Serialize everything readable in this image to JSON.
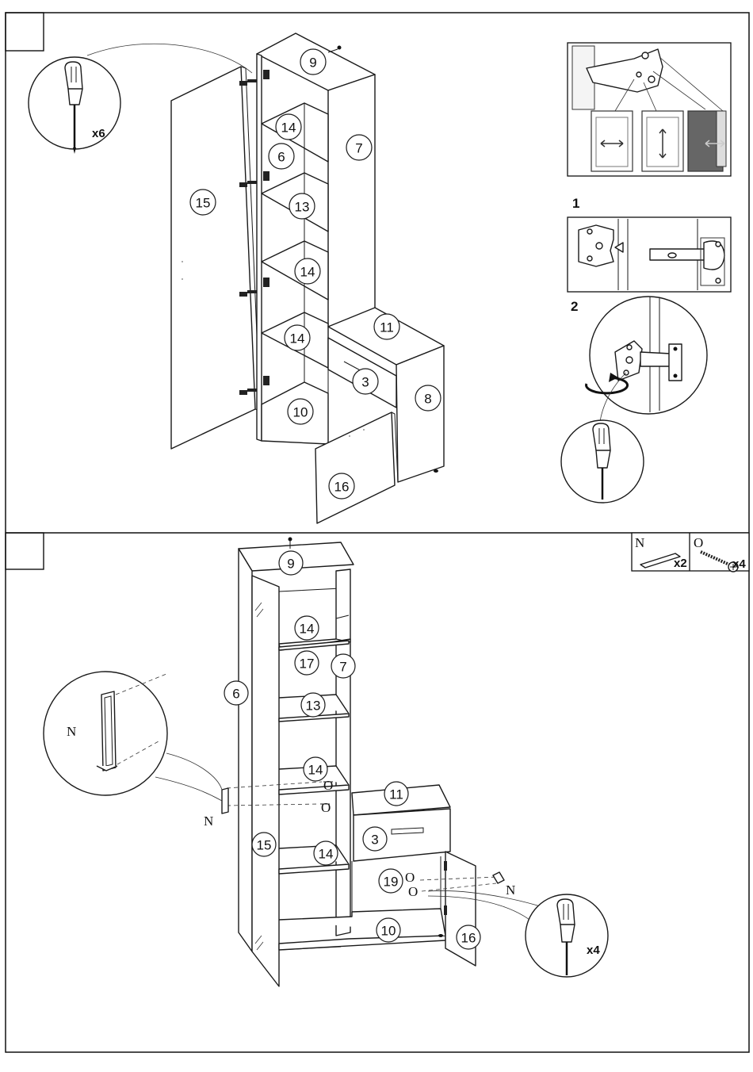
{
  "step1": {
    "count": "x6",
    "hinge_steps": [
      "1",
      "2"
    ],
    "parts": [
      "9",
      "14",
      "6",
      "7",
      "15",
      "13",
      "14",
      "11",
      "14",
      "3",
      "8",
      "10",
      "16"
    ]
  },
  "step2": {
    "parts": [
      "9",
      "14",
      "17",
      "7",
      "6",
      "13",
      "14",
      "11",
      "3",
      "15",
      "14",
      "19",
      "10",
      "16"
    ],
    "fittings": [
      {
        "letter": "N",
        "count": "x2"
      },
      {
        "letter": "O",
        "count": "x4"
      }
    ],
    "callout_letter": "N",
    "screw_letter": "O",
    "count": "x4"
  }
}
